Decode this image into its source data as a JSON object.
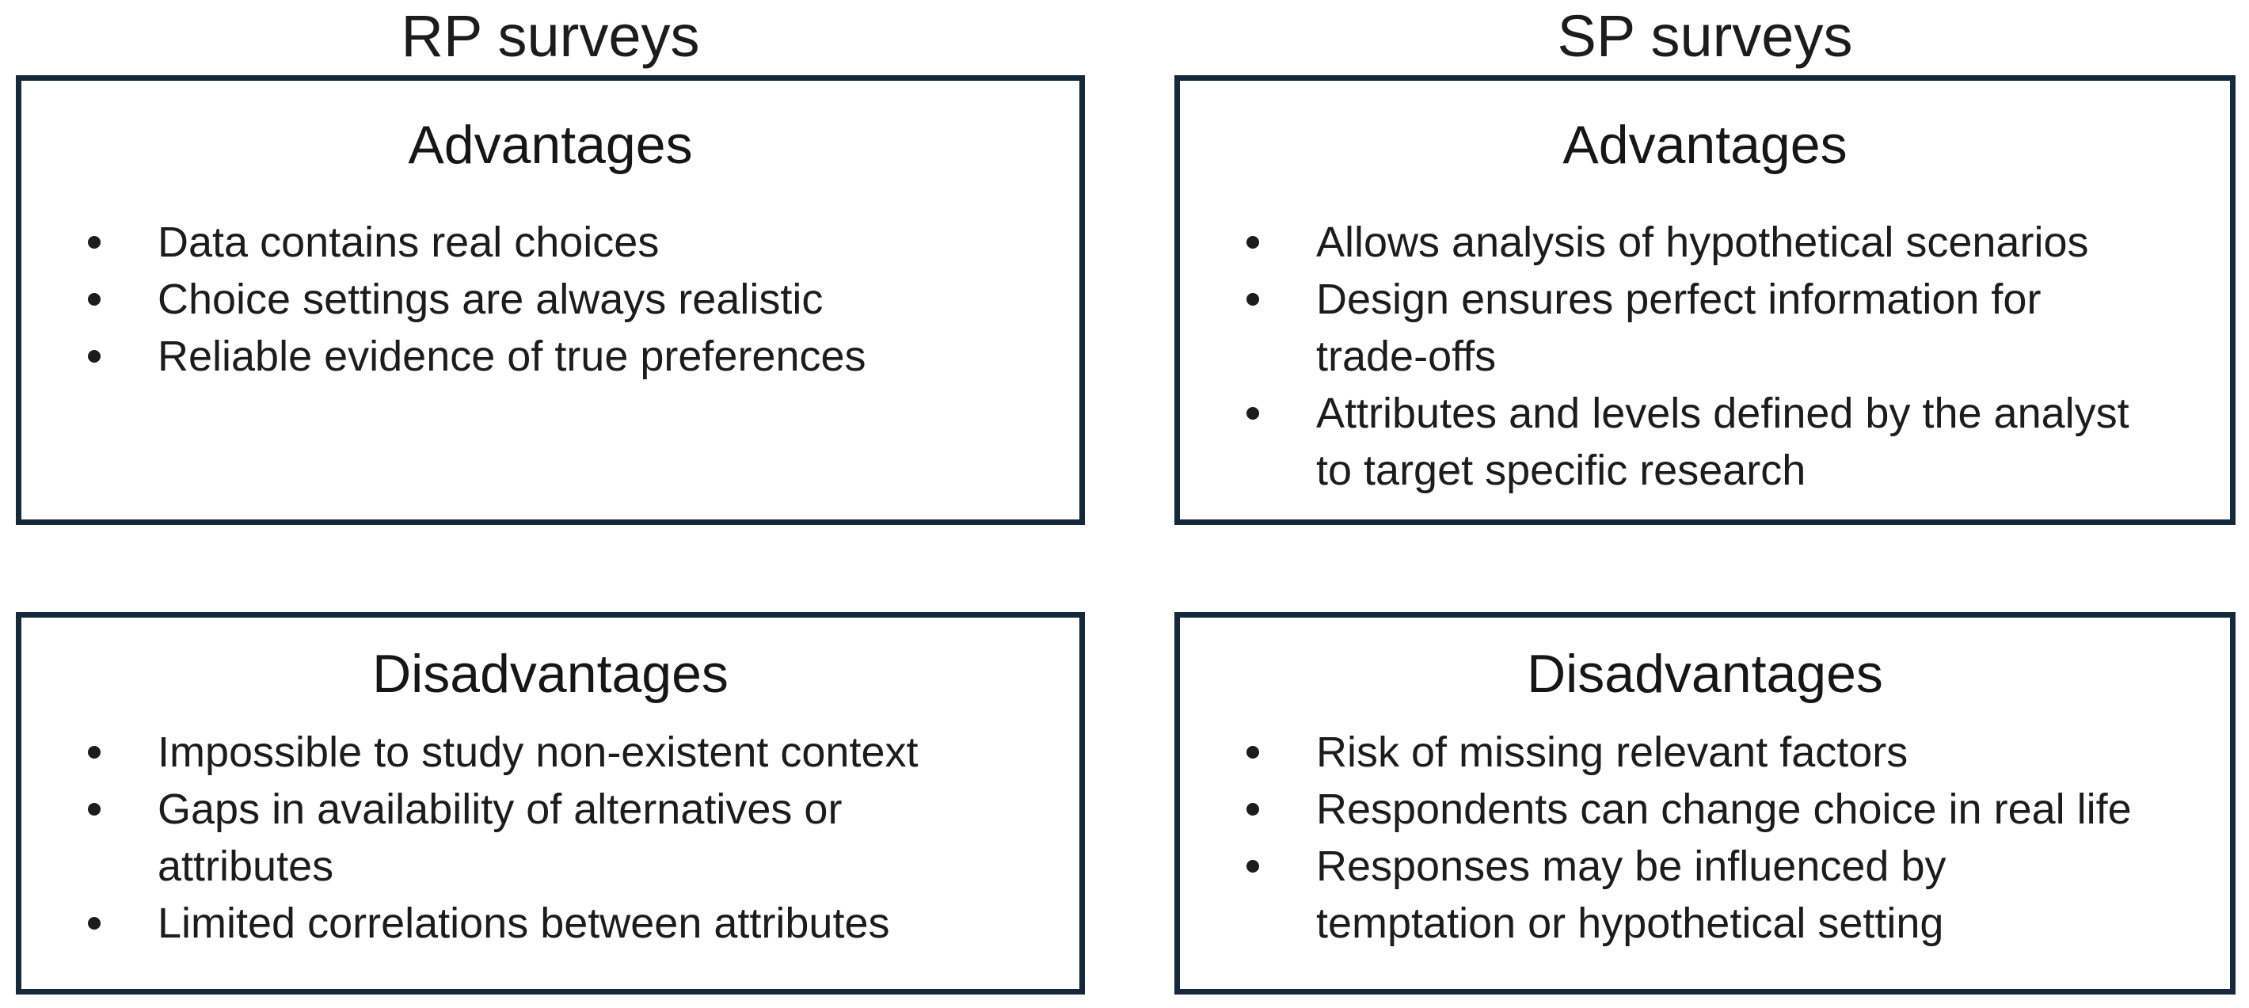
{
  "columns": [
    {
      "title": "RP surveys",
      "boxes": [
        {
          "heading": "Advantages",
          "bullets": [
            [
              "Data contains real choices"
            ],
            [
              "Choice settings are always realistic"
            ],
            [
              "Reliable evidence of true preferences"
            ]
          ]
        },
        {
          "heading": "Disadvantages",
          "bullets": [
            [
              "Impossible to study non-existent context"
            ],
            [
              "Gaps in availability of alternatives or",
              "attributes"
            ],
            [
              "Limited correlations between attributes"
            ]
          ]
        }
      ]
    },
    {
      "title": "SP surveys",
      "boxes": [
        {
          "heading": "Advantages",
          "bullets": [
            [
              "Allows analysis of hypothetical scenarios"
            ],
            [
              "Design ensures perfect information for",
              "trade-offs"
            ],
            [
              "Attributes and levels defined by the analyst",
              "to target specific research"
            ]
          ]
        },
        {
          "heading": "Disadvantages",
          "bullets": [
            [
              "Risk of missing relevant factors"
            ],
            [
              "Respondents can change choice in real life"
            ],
            [
              "Responses may be influenced by",
              "temptation or hypothetical setting"
            ]
          ]
        }
      ]
    }
  ],
  "colors": {
    "border": "#16293c",
    "text": "#1c1c1c",
    "background": "#ffffff"
  }
}
